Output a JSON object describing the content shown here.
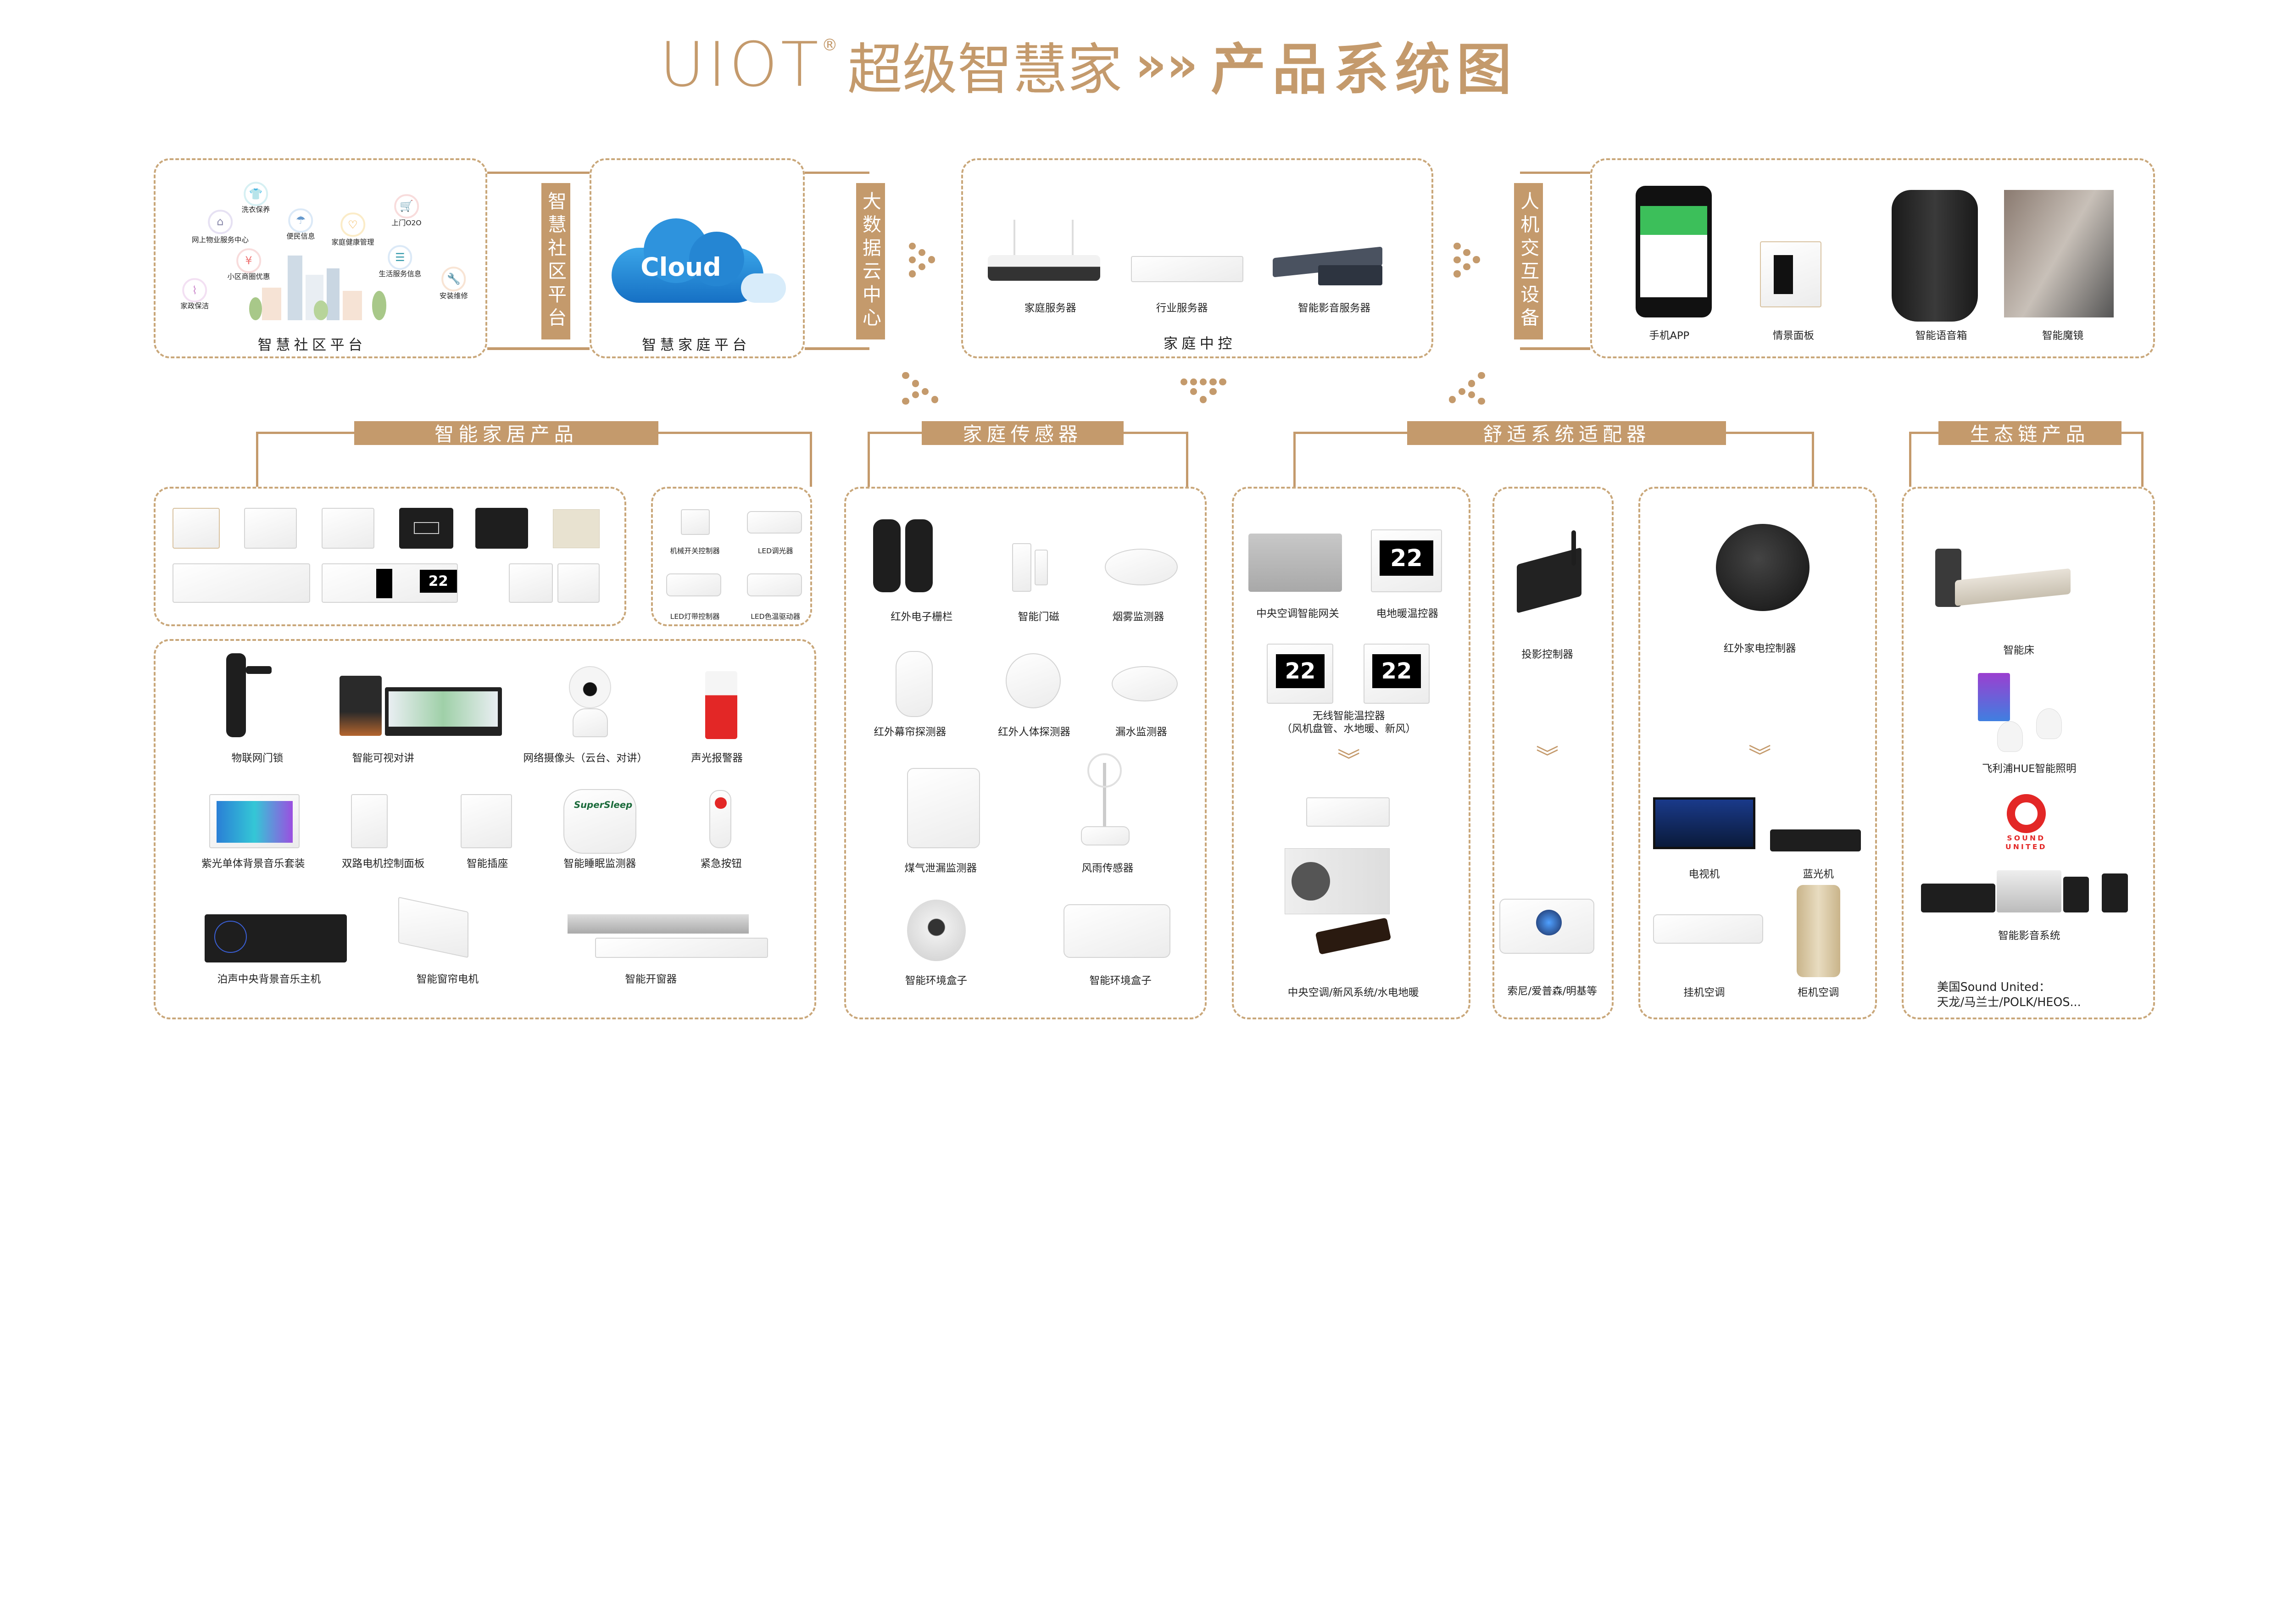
{
  "colors": {
    "gold": "#C49A6C",
    "border": "#C9A77A",
    "text": "#222222",
    "red": "#E32726",
    "green": "#3CBF5A"
  },
  "title": {
    "brand": "UIOT",
    "reg": "®",
    "main": "超级智慧家",
    "sep": "»»",
    "sub": "产品系统图"
  },
  "top": {
    "community": {
      "title": "智慧社区平台",
      "services": [
        "洗衣保养",
        "网上物业服务中心",
        "便民信息",
        "家庭健康管理",
        "上门O2O",
        "小区商圈优惠",
        "生活服务信息",
        "家政保洁",
        "安装维修"
      ]
    },
    "bar1": "智慧社区平台",
    "cloud": {
      "logo": "Cloud",
      "title": "智慧家庭平台"
    },
    "bar2": "大数据云中心",
    "center": {
      "title": "家庭中控",
      "items": [
        "家庭服务器",
        "行业服务器",
        "智能影音服务器"
      ]
    },
    "bar3": "人机交互设备",
    "hmi": {
      "items": [
        "手机APP",
        "情景面板",
        "智能语音箱",
        "智能魔镜"
      ]
    }
  },
  "sections": [
    "智能家居产品",
    "家庭传感器",
    "舒适系统适配器",
    "生态链产品"
  ],
  "thermostat_reading": "22",
  "smart_home": {
    "led": [
      "机械开关控制器",
      "LED调光器",
      "LED灯带控制器",
      "LED色温驱动器"
    ],
    "products": [
      "物联网门锁",
      "智能可视对讲",
      "网络摄像头（云台、对讲）",
      "声光报警器",
      "紫光单体背景音乐套装",
      "双路电机控制面板",
      "智能插座",
      "智能睡眠监测器",
      "紧急按钮",
      "泊声中央背景音乐主机",
      "智能窗帘电机",
      "智能开窗器"
    ],
    "sleep_brand": "SuperSleep"
  },
  "sensors": [
    "红外电子栅栏",
    "智能门磁",
    "烟雾监测器",
    "红外幕帘探测器",
    "红外人体探测器",
    "漏水监测器",
    "煤气泄漏监测器",
    "风雨传感器",
    "智能环境盒子",
    "智能环境盒子"
  ],
  "comfort": {
    "a": {
      "items": [
        "中央空调智能网关",
        "电地暖温控器"
      ],
      "wireless": "无线智能温控器",
      "wireless_note": "（风机盘管、水地暖、新风）",
      "bottom": "中央空调/新风系统/水电地暖"
    },
    "b": {
      "item": "投影控制器",
      "bottom": "索尼/爱普森/明基等"
    },
    "c": {
      "item": "红外家电控制器",
      "items": [
        "电视机",
        "蓝光机",
        "挂机空调",
        "柜机空调"
      ]
    }
  },
  "eco": {
    "items": [
      "智能床",
      "飞利浦HUE智能照明",
      "智能影音系统"
    ],
    "logo_line1": "SOUND",
    "logo_line2": "UNITED",
    "note1": "美国Sound United：",
    "note2": "天龙/马兰士/POLK/HEOS..."
  }
}
